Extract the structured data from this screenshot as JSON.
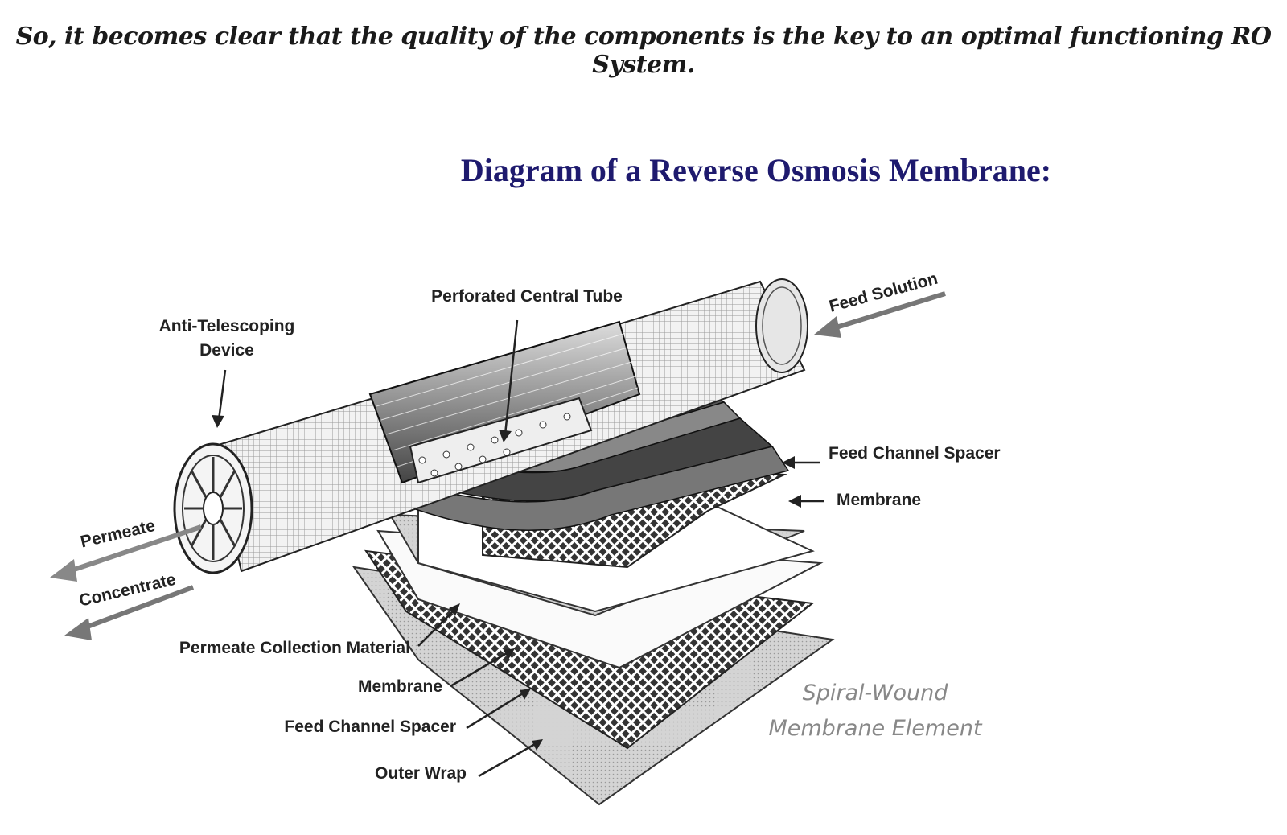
{
  "headline": "So, it becomes clear that the quality of the components is the key to an optimal functioning RO System.",
  "diagram": {
    "title": "Diagram of a Reverse Osmosis Membrane:",
    "labels": {
      "perforated_tube": "Perforated Central Tube",
      "anti_telescoping_1": "Anti-Telescoping",
      "anti_telescoping_2": "Device",
      "feed_solution": "Feed Solution",
      "feed_channel_spacer_right": "Feed Channel Spacer",
      "membrane_right": "Membrane",
      "permeate": "Permeate",
      "concentrate": "Concentrate",
      "permeate_collection": "Permeate Collection Material",
      "membrane_left": "Membrane",
      "feed_channel_spacer_left": "Feed Channel Spacer",
      "outer_wrap": "Outer Wrap",
      "caption_1": "Spiral-Wound",
      "caption_2": "Membrane Element"
    }
  }
}
